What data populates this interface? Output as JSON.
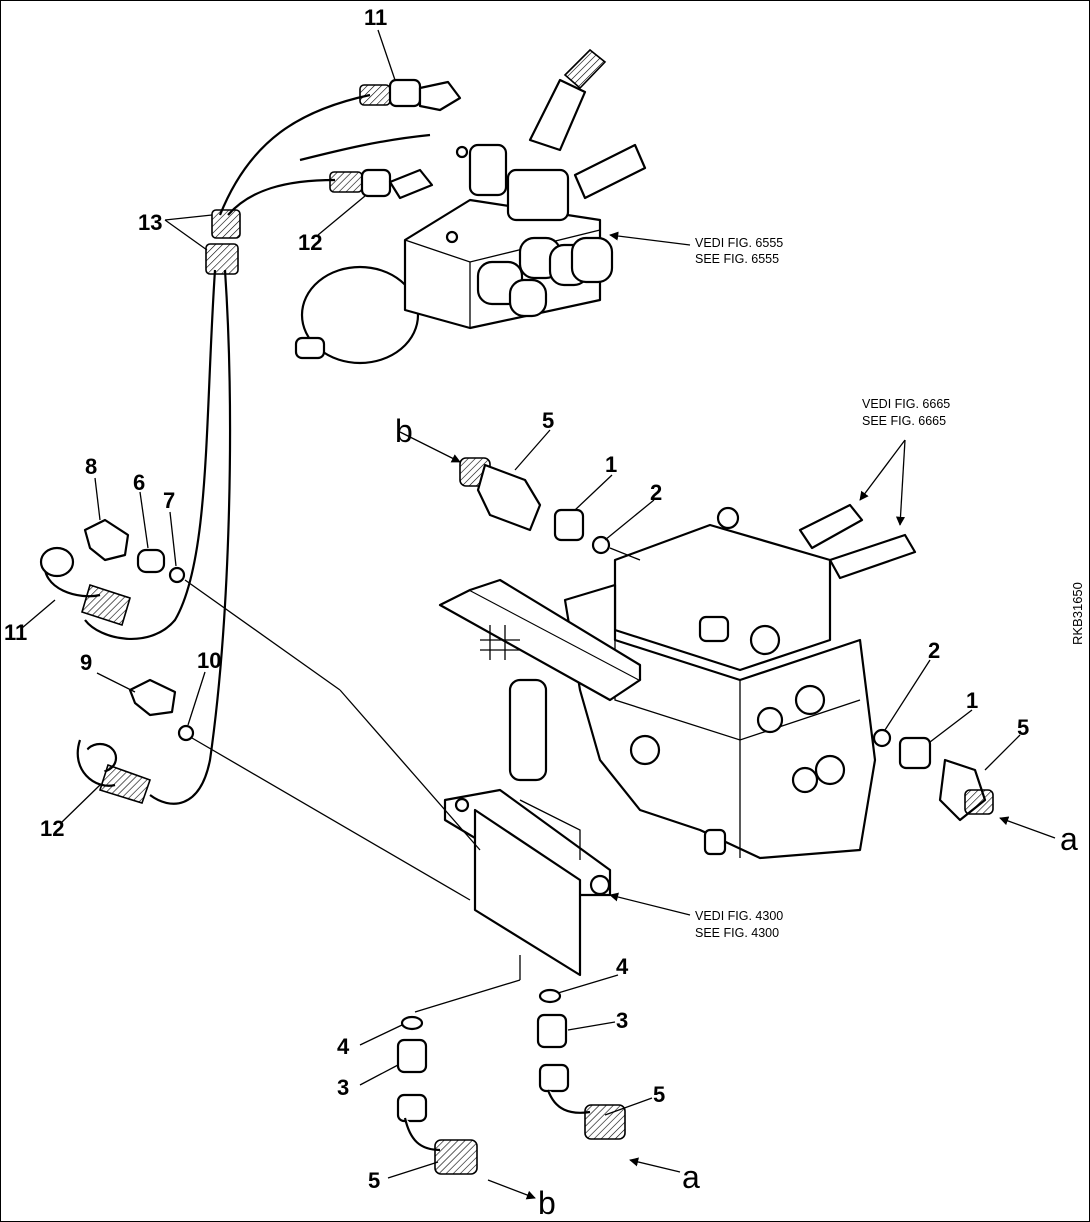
{
  "references": {
    "fig_6555_it": "VEDI FIG. 6555",
    "fig_6555_en": "SEE FIG. 6555",
    "fig_6665_it": "VEDI FIG. 6665",
    "fig_6665_en": "SEE FIG. 6665",
    "fig_4300_it": "VEDI FIG. 4300",
    "fig_4300_en": "SEE FIG. 4300"
  },
  "drawing_code": "RKB31650",
  "callouts": {
    "c11_top": "11",
    "c12_top": "12",
    "c13": "13",
    "c8": "8",
    "c6": "6",
    "c7": "7",
    "c11_left": "11",
    "c9": "9",
    "c10": "10",
    "c12_left": "12",
    "c5_top": "5",
    "c1_top": "1",
    "c2_top": "2",
    "c2_right": "2",
    "c1_right": "1",
    "c5_right": "5",
    "c4_right": "4",
    "c3_right": "3",
    "c5_bottom_right": "5",
    "c4_left": "4",
    "c3_left": "3",
    "c5_bottom_left": "5"
  },
  "connection_letters": {
    "b_top": "b",
    "a_right": "a",
    "a_bottom": "a",
    "b_bottom": "b"
  }
}
